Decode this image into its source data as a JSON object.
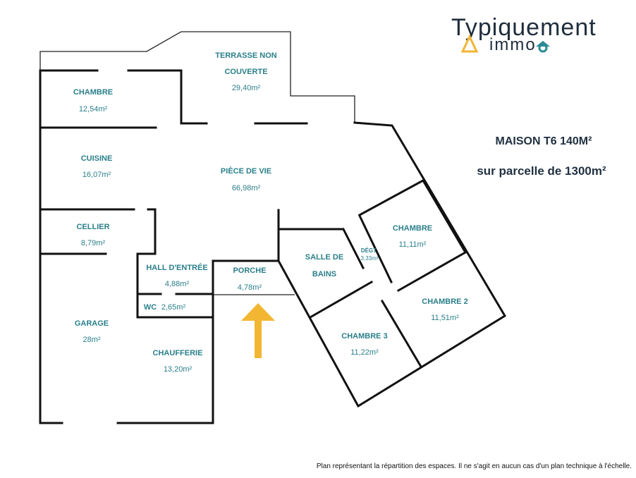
{
  "logo": {
    "brand": "Typiquement",
    "sub": "immo",
    "colors": {
      "dark": "#1f2d3d",
      "teal": "#2a8a96",
      "yellow": "#f2b632"
    }
  },
  "header": {
    "title": "MAISON T6 140M²",
    "subtitle": "sur parcelle de 1300m²"
  },
  "rooms": {
    "terrasse": {
      "name1": "TERRASSE NON",
      "name2": "COUVERTE",
      "area": "29,40m²"
    },
    "chambre_nw": {
      "name": "CHAMBRE",
      "area": "12,54m²"
    },
    "cuisine": {
      "name": "CUISINE",
      "area": "16,07m²"
    },
    "piece_vie": {
      "name": "PIÈCE DE VIE",
      "area": "66,98m²"
    },
    "cellier": {
      "name": "CELLIER",
      "area": "8,79m²"
    },
    "hall": {
      "name": "HALL D'ENTRÉE",
      "area": "4,88m²"
    },
    "porche": {
      "name": "PORCHE",
      "area": "4,78m²"
    },
    "wc": {
      "name": "WC",
      "area": "2,65m²"
    },
    "garage": {
      "name": "GARAGE",
      "area": "28m²"
    },
    "chaufferie": {
      "name": "CHAUFFERIE",
      "area": "13,20m²"
    },
    "sdb": {
      "name1": "SALLE DE",
      "name2": "BAINS"
    },
    "degt": {
      "name": "DÉGT",
      "area": "3,33m²"
    },
    "chambre_e": {
      "name": "CHAMBRE",
      "area": "11,11m²"
    },
    "chambre2": {
      "name": "CHAMBRE 2",
      "area": "11,51m²"
    },
    "chambre3": {
      "name": "CHAMBRE 3",
      "area": "11,22m²"
    }
  },
  "entrance_arrow_color": "#f2b632",
  "footer": {
    "note": "Plan représentant la répartition des espaces. Il ne s'agit en aucun cas d'un plan technique à l'échelle."
  }
}
